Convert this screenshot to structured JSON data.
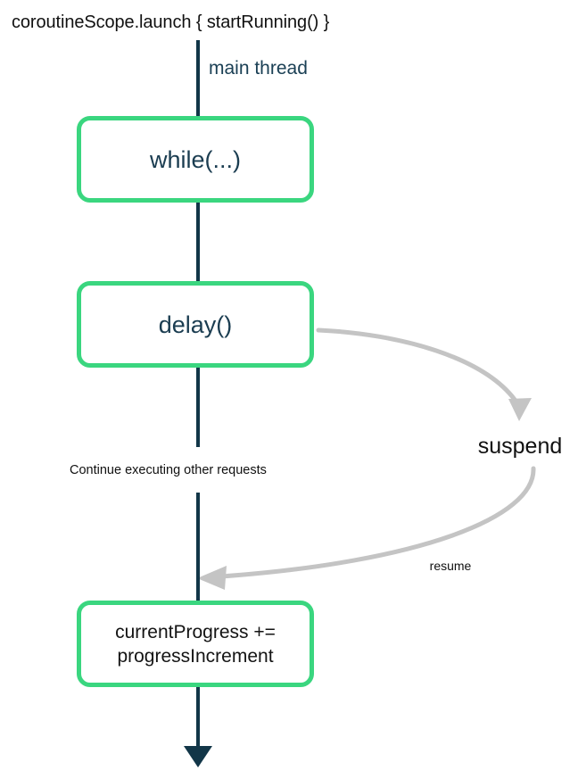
{
  "diagram": {
    "title": "coroutineScope.launch { startRunning() }",
    "lifeline": {
      "label": "main thread",
      "color": "#123648"
    },
    "nodes": [
      {
        "id": "while",
        "label": "while(...)",
        "border_color": "#3ad67f",
        "text_color": "#1b3d51"
      },
      {
        "id": "delay",
        "label": "delay()",
        "border_color": "#3ad67f",
        "text_color": "#1b3d51"
      },
      {
        "id": "progress",
        "label_line1": "currentProgress +=",
        "label_line2": "progressIncrement",
        "border_color": "#3ad67f",
        "text_color": "#141414"
      }
    ],
    "annotations": {
      "suspend": "suspend",
      "resume": "resume",
      "continue": "Continue executing other requests"
    },
    "connector_color": "#c4c4c4"
  }
}
